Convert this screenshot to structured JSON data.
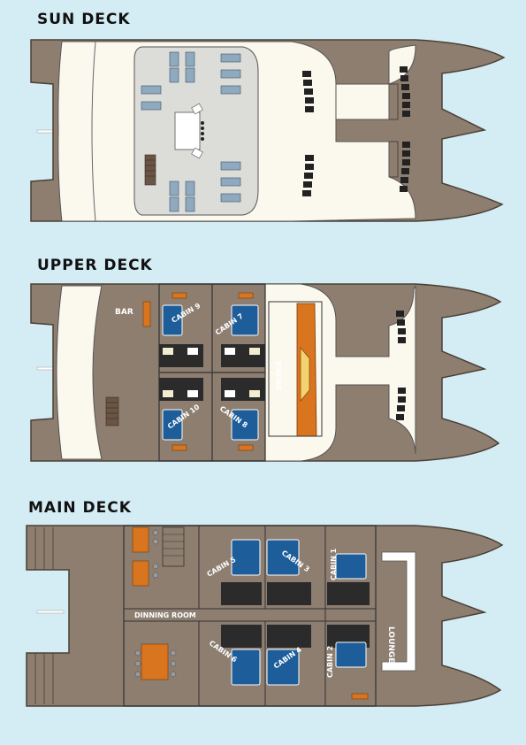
{
  "colors": {
    "background": "#d4ecf4",
    "wood": "#8d7e70",
    "wood_dark": "#5f5246",
    "hull_white": "#fbf8ee",
    "sunbed_blue": "#8fa9be",
    "bed_blue": "#1d5d9a",
    "sofa_orange": "#d9741f",
    "bathroom_dark": "#2b2b2b"
  },
  "decks": [
    {
      "key": "sun",
      "title": "SUN DECK"
    },
    {
      "key": "upper",
      "title": "UPPER DECK"
    },
    {
      "key": "main",
      "title": "MAIN DECK"
    }
  ],
  "upper_deck": {
    "bar": "BAR",
    "bridge": "BRIDGE",
    "cabins": [
      "CABIN 9",
      "CABIN 7",
      "CABIN 10",
      "CABIN 8"
    ]
  },
  "main_deck": {
    "dining": "DINNING ROOM",
    "lounge": "LOUNGE",
    "cabins": [
      "CABIN 5",
      "CABIN 3",
      "CABIN 1",
      "CABIN 6",
      "CABIN 4",
      "CABIN 2"
    ]
  },
  "icons": {
    "stairs": "stairs-icon",
    "bed": "bed-icon",
    "chair": "chair-icon",
    "sunbed": "sunbed-icon",
    "window": "window-icon"
  }
}
